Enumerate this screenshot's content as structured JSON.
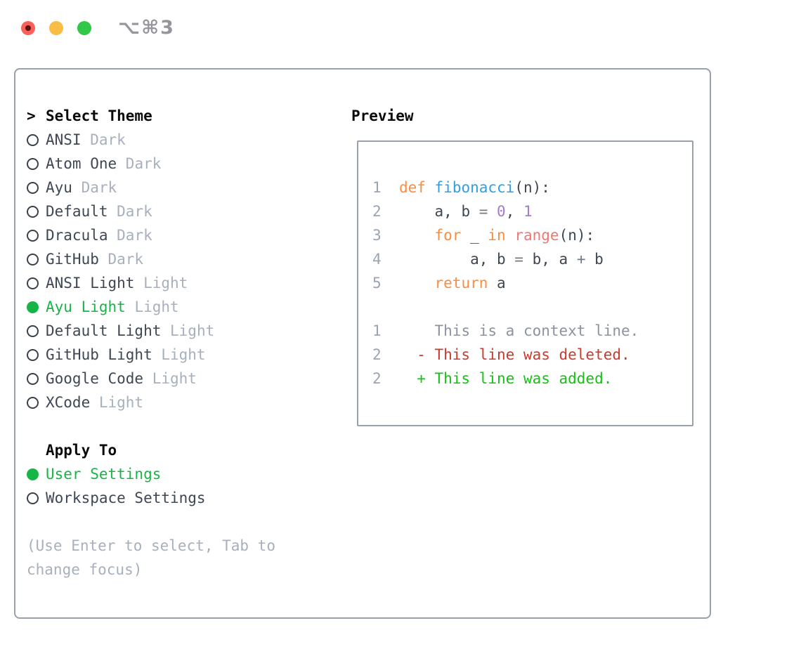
{
  "window": {
    "title": "⌥⌘3",
    "traffic_lights": [
      "close",
      "minimize",
      "zoom"
    ]
  },
  "theme_panel": {
    "prompt": ">",
    "header": "Select Theme",
    "items": [
      {
        "label": "ANSI",
        "variant": "Dark",
        "selected": false
      },
      {
        "label": "Atom One",
        "variant": "Dark",
        "selected": false
      },
      {
        "label": "Ayu",
        "variant": "Dark",
        "selected": false
      },
      {
        "label": "Default",
        "variant": "Dark",
        "selected": false
      },
      {
        "label": "Dracula",
        "variant": "Dark",
        "selected": false
      },
      {
        "label": "GitHub",
        "variant": "Dark",
        "selected": false
      },
      {
        "label": "ANSI Light",
        "variant": "Light",
        "selected": false
      },
      {
        "label": "Ayu Light",
        "variant": "Light",
        "selected": true
      },
      {
        "label": "Default Light",
        "variant": "Light",
        "selected": false
      },
      {
        "label": "GitHub Light",
        "variant": "Light",
        "selected": false
      },
      {
        "label": "Google Code",
        "variant": "Light",
        "selected": false
      },
      {
        "label": "XCode",
        "variant": "Light",
        "selected": false
      }
    ],
    "apply_to": {
      "header": "Apply To",
      "options": [
        {
          "label": "User Settings",
          "selected": true
        },
        {
          "label": "Workspace Settings",
          "selected": false
        }
      ]
    },
    "help": "(Use Enter to select, Tab to change focus)"
  },
  "preview": {
    "header": "Preview",
    "lines": [
      [
        [
          "1  ",
          "lineno"
        ],
        [
          "def",
          "keyword"
        ],
        [
          " ",
          "plain"
        ],
        [
          "fibonacci",
          "function"
        ],
        [
          "(n):",
          "plain"
        ]
      ],
      [
        [
          "2      ",
          "lineno"
        ],
        [
          "a, b ",
          "plain"
        ],
        [
          "= ",
          "operator"
        ],
        [
          "0",
          "number"
        ],
        [
          ", ",
          "plain"
        ],
        [
          "1",
          "number"
        ]
      ],
      [
        [
          "3      ",
          "lineno"
        ],
        [
          "for",
          "keyword"
        ],
        [
          " _ ",
          "plain"
        ],
        [
          "in",
          "keyword"
        ],
        [
          " ",
          "plain"
        ],
        [
          "range",
          "special"
        ],
        [
          "(n):",
          "plain"
        ]
      ],
      [
        [
          "4          ",
          "lineno"
        ],
        [
          "a, b ",
          "plain"
        ],
        [
          "= ",
          "operator"
        ],
        [
          "b, a ",
          "plain"
        ],
        [
          "+ ",
          "operator"
        ],
        [
          "b",
          "plain"
        ]
      ],
      [
        [
          "5      ",
          "lineno"
        ],
        [
          "return",
          "keyword"
        ],
        [
          " a",
          "plain"
        ]
      ],
      [],
      [
        [
          "1      ",
          "lineno"
        ],
        [
          "This is a context line.",
          "context"
        ]
      ],
      [
        [
          "2    ",
          "lineno"
        ],
        [
          "- This line was deleted.",
          "deleted"
        ]
      ],
      [
        [
          "2    ",
          "lineno"
        ],
        [
          "+ This line was added.",
          "added"
        ]
      ]
    ]
  },
  "colors": {
    "accent_green": "#16b546",
    "added_green": "#12c312",
    "deleted_red": "#c93b2b",
    "keyword_orange": "#fa8d3e",
    "function_blue": "#2f9fe5",
    "number_purple": "#a37acc",
    "special_coral": "#f37672",
    "lineno_gray": "#9aa4b2",
    "plain_dark": "#3e4754",
    "operator_gray": "#707a87",
    "context_gray": "#8b939f",
    "secondary_gray": "#a7b0bd",
    "help_gray": "#a7b0bd",
    "heading_black": "#0b0b0d",
    "border_gray": "#9aa1ac",
    "title_gray": "#95959b",
    "traffic_red": "#f9605a",
    "traffic_red_dot": "#5c130b",
    "traffic_yellow": "#f9bd45",
    "traffic_green": "#31c748"
  }
}
